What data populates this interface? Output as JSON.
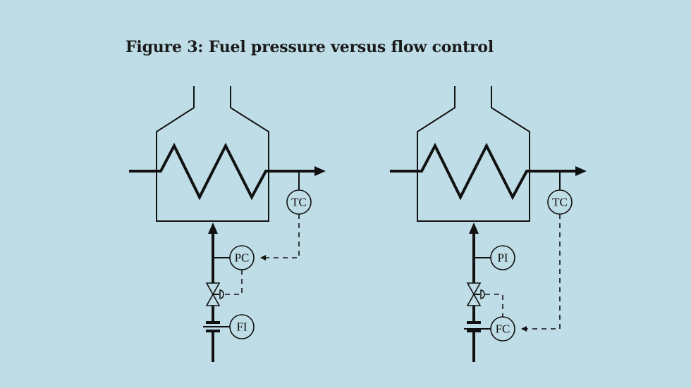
{
  "title": "Figure 3: Fuel pressure versus flow control",
  "diagrams": [
    {
      "name": "pressure-control",
      "instruments": {
        "top": "TC",
        "middle": "PC",
        "bottom": "FI"
      }
    },
    {
      "name": "flow-control",
      "instruments": {
        "top": "TC",
        "middle": "PI",
        "bottom": "FC"
      }
    }
  ],
  "colors": {
    "background": "#bfdde6",
    "line": "#111111"
  }
}
